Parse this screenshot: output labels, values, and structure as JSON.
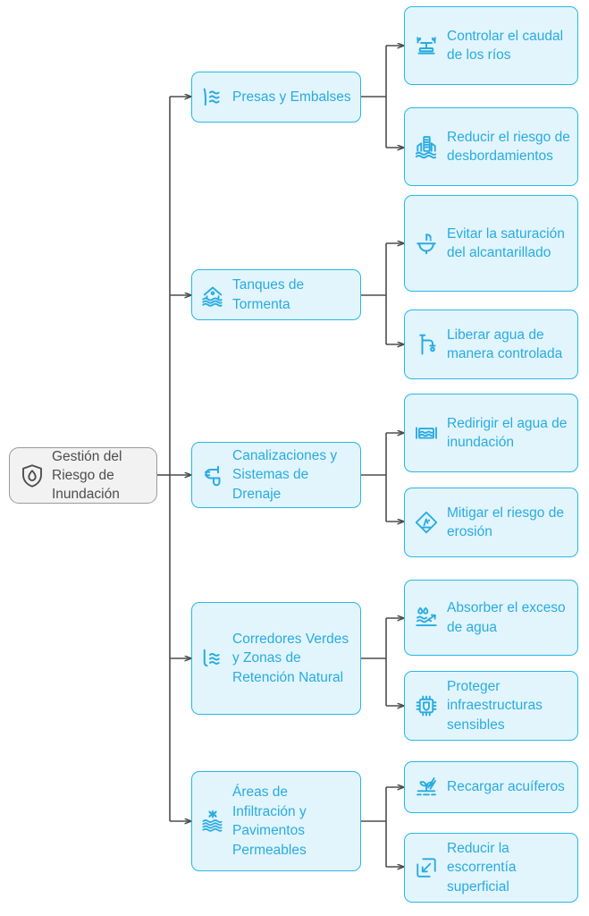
{
  "diagram": {
    "title": "Gestión del Riesgo de Inundación",
    "type": "mind-map",
    "colors": {
      "node_fill": "#e2f5fd",
      "node_border": "#29b6e8",
      "node_text": "#29abe2",
      "root_fill": "#f2f2f2",
      "root_border": "#9a9a9a",
      "root_text": "#4d4d4d",
      "connector": "#4d4d4d",
      "background": "#ffffff"
    }
  },
  "root": {
    "label": "Gestión del Riesgo de Inundación",
    "icon": "shield-water-drop-icon"
  },
  "branches": [
    {
      "label": "Presas y Embalses",
      "icon": "dam-water-icon",
      "children": [
        {
          "label": "Controlar el caudal de los ríos",
          "icon": "flow-control-valve-icon"
        },
        {
          "label": "Reducir el riesgo de desbordamientos",
          "icon": "flooded-buildings-icon"
        }
      ]
    },
    {
      "label": "Tanques de Tormenta",
      "icon": "flooded-house-icon",
      "children": [
        {
          "label": "Evitar la saturación del alcantarillado",
          "icon": "sink-drain-icon"
        },
        {
          "label": "Liberar agua de manera controlada",
          "icon": "faucet-tap-icon"
        }
      ]
    },
    {
      "label": "Canalizaciones y Sistemas de Drenaje",
      "icon": "drainage-pipe-icon",
      "children": [
        {
          "label": "Redirigir el agua de inundación",
          "icon": "water-basin-icon"
        },
        {
          "label": "Mitigar el riesgo de erosión",
          "icon": "erosion-warning-icon"
        }
      ]
    },
    {
      "label": "Corredores Verdes y Zonas de Retención Natural",
      "icon": "retention-basin-icon",
      "children": [
        {
          "label": "Absorber el exceso de agua",
          "icon": "water-absorption-icon"
        },
        {
          "label": "Proteger infraestructuras sensibles",
          "icon": "protected-chip-icon"
        }
      ]
    },
    {
      "label": "Áreas de Infiltración y Pavimentos Permeables",
      "icon": "permeable-infiltration-icon",
      "children": [
        {
          "label": "Recargar acuíferos",
          "icon": "plant-recharge-icon"
        },
        {
          "label": "Reducir la escorrentía superficial",
          "icon": "runoff-reduction-icon"
        }
      ]
    }
  ]
}
